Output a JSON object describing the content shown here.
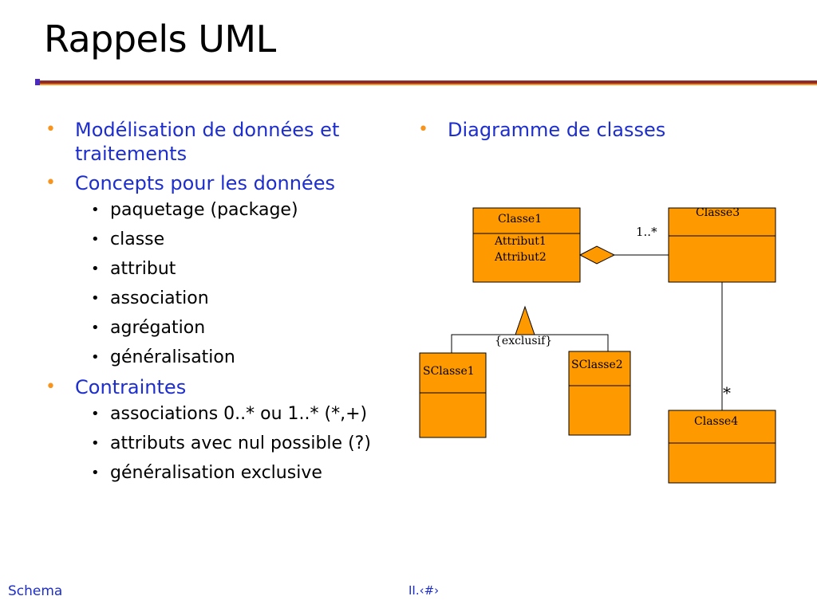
{
  "title": "Rappels UML",
  "left_bullets": [
    {
      "text": "Modélisation de données et traitements"
    },
    {
      "text": "Concepts pour les données",
      "items": [
        "paquetage (package)",
        "classe",
        "attribut",
        "association",
        "agrégation",
        "généralisation"
      ]
    },
    {
      "text": "Contraintes",
      "items": [
        "associations 0..* ou 1..* (*,+)",
        "attributs avec nul possible (?)",
        "généralisation exclusive"
      ]
    }
  ],
  "right_bullets": [
    {
      "text": "Diagramme de classes"
    }
  ],
  "diagram": {
    "classe1": {
      "name": "Classe1",
      "attributes": [
        "Attribut1",
        "Attribut2"
      ]
    },
    "classe3": {
      "name": "Classe3"
    },
    "classe4": {
      "name": "Classe4"
    },
    "sclasse1": {
      "name": "SClasse1"
    },
    "sclasse2": {
      "name": "SClasse2"
    },
    "multiplicity_classe3": "1..*",
    "multiplicity_classe4": "*",
    "constraint": "{exclusif}"
  },
  "colors": {
    "class_fill": "#ff9900",
    "accent": "#f7941d",
    "text_blue": "#1d2ecc"
  },
  "footer": {
    "left": "Schema",
    "center": "II.‹#›"
  }
}
